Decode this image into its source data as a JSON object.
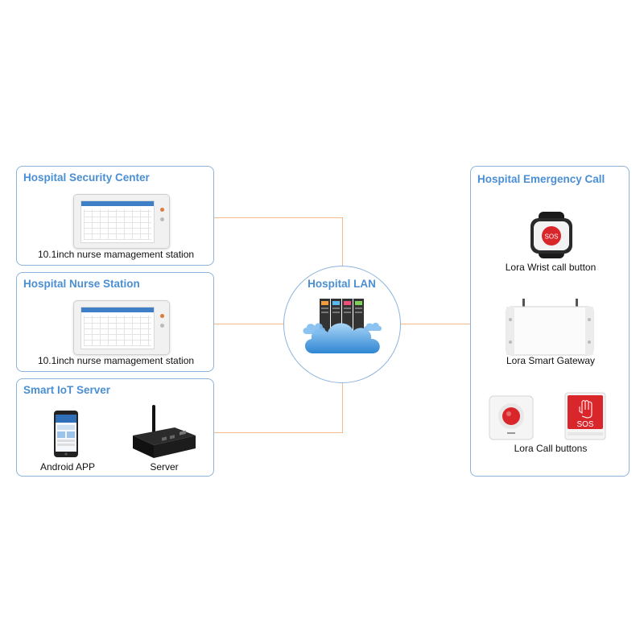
{
  "security_center": {
    "title": "Hospital Security Center",
    "caption": "10.1inch nurse mamagement station"
  },
  "nurse_station": {
    "title": "Hospital Nurse Station",
    "caption": "10.1inch nurse mamagement station"
  },
  "iot_server": {
    "title": "Smart IoT Server",
    "app_caption": "Android APP",
    "server_caption": "Server"
  },
  "hospital_lan": {
    "title": "Hospital LAN"
  },
  "emergency_call": {
    "title": "Hospital Emergency Call",
    "wrist_caption": "Lora Wrist call button",
    "gateway_caption": "Lora Smart Gateway",
    "buttons_caption": "Lora Call buttons",
    "sos_label": "SOS"
  },
  "colors": {
    "border": "#8db3dd",
    "title": "#4a8fd3",
    "connector": "#f2b98c",
    "sos_red": "#d9262b"
  }
}
